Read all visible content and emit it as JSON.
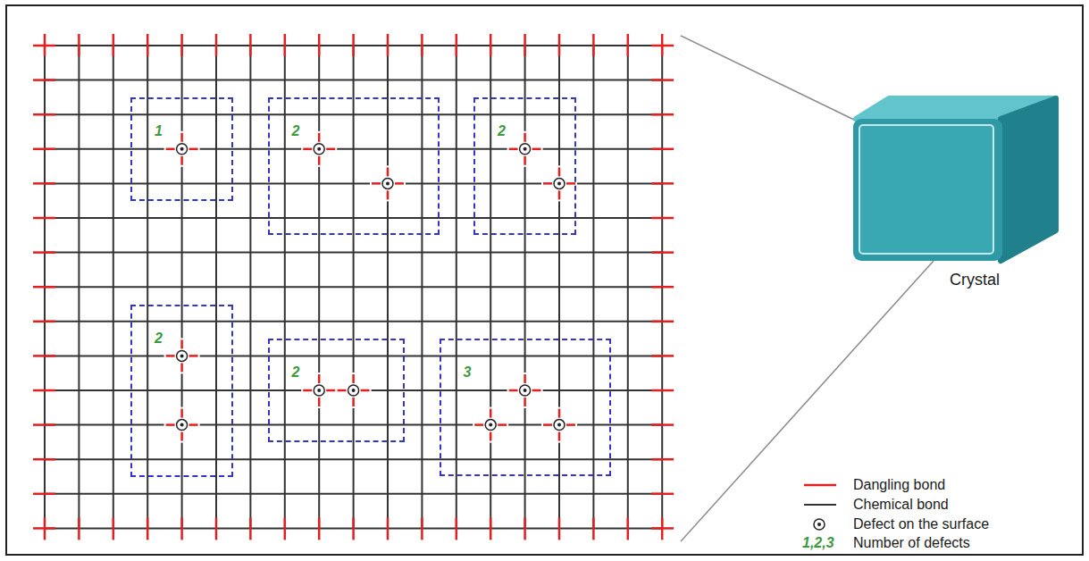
{
  "diagram": {
    "nodes": [
      {
        "text": [
          "1"
        ]
      },
      {
        "text": [
          "2"
        ]
      },
      {
        "text": [
          "2"
        ]
      },
      {
        "text": [
          "2"
        ]
      },
      {
        "text": [
          "2"
        ]
      },
      {
        "text": [
          "3"
        ]
      }
    ],
    "labels": [
      "Crystal",
      "1,2,3"
    ],
    "legend": [
      {
        "text": "Dangling bond"
      },
      {
        "text": "Chemical bond"
      },
      {
        "text": "Defect on the surface"
      },
      {
        "text": "Number of defects"
      }
    ]
  }
}
